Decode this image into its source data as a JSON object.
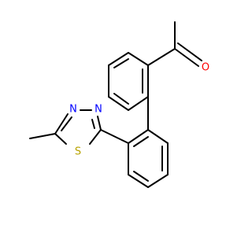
{
  "molecule": {
    "atom_labels": {
      "oxygen": "O",
      "sulfur": "S",
      "nitrogen_1": "N",
      "nitrogen_2": "N"
    },
    "colors": {
      "bond": "#000000",
      "oxygen": "#ff0000",
      "sulfur": "#b8a300",
      "nitrogen": "#0000ff",
      "background": "#ffffff"
    }
  }
}
